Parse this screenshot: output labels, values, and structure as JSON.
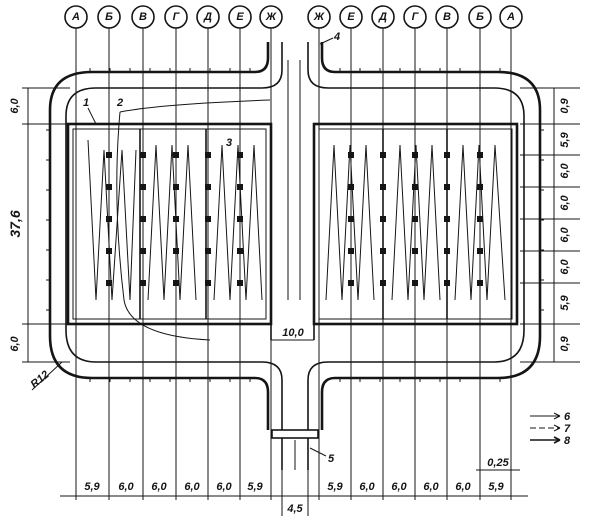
{
  "axes_top_left": [
    "А",
    "Б",
    "В",
    "Г",
    "Д",
    "Е",
    "Ж"
  ],
  "axes_top_right": [
    "Ж",
    "Е",
    "Д",
    "Г",
    "В",
    "Б",
    "А"
  ],
  "bottom_dims_left": [
    "5,9",
    "6,0",
    "6,0",
    "6,0",
    "6,0",
    "5,9"
  ],
  "bottom_dims_right": [
    "5,9",
    "6,0",
    "6,0",
    "6,0",
    "6,0",
    "5,9"
  ],
  "bottom_dim_center": "4,5",
  "right_dims": [
    "0,9",
    "5,9",
    "6,0",
    "6,0",
    "6,0",
    "6,0",
    "5,9",
    "0,9"
  ],
  "left_dims": {
    "top": "6,0",
    "middle": "37,6",
    "bottom": "6,0"
  },
  "center_gap": "10,0",
  "radius_label": "R12",
  "offset_label": "0,25",
  "callouts": [
    "1",
    "2",
    "3",
    "4",
    "5"
  ],
  "legend_numbers": [
    "6",
    "7",
    "8"
  ]
}
